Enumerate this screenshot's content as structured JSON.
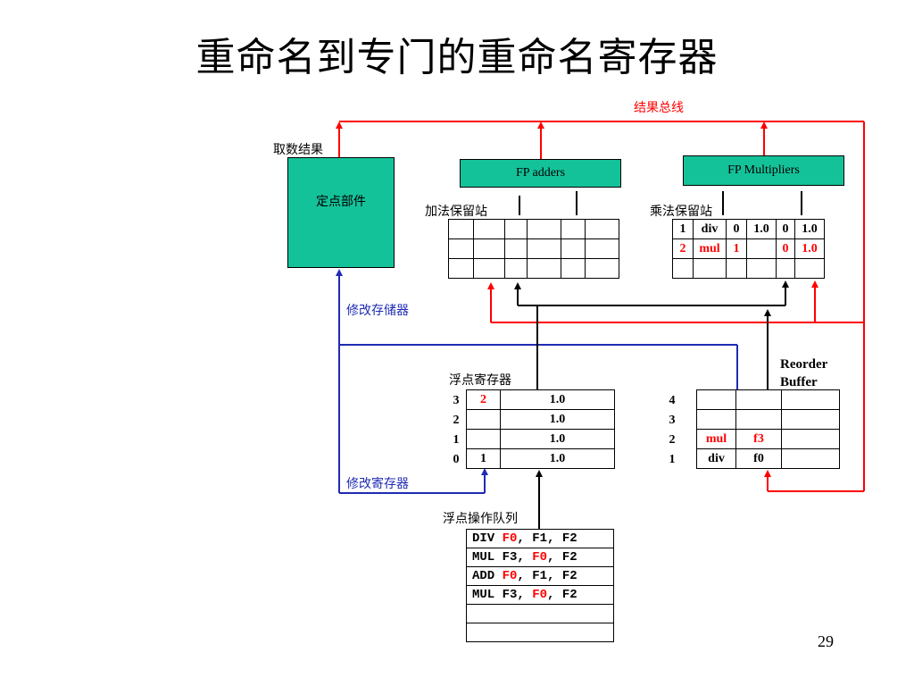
{
  "title": "重命名到专门的重命名寄存器",
  "labels": {
    "result_bus": "结果总线",
    "fetch_result": "取数结果",
    "integer_unit": "定点部件",
    "modify_memory": "修改存储器",
    "adder_rs": "加法保留站",
    "mult_rs": "乘法保留站",
    "fp_registers": "浮点寄存器",
    "modify_registers": "修改寄存器",
    "fp_op_queue": "浮点操作队列",
    "reorder_buffer": "Reorder Buffer",
    "page_number": "29"
  },
  "units": {
    "fp_adders": "FP adders",
    "fp_multipliers": "FP Multipliers"
  },
  "mult_rs_rows": [
    [
      "1",
      "div",
      "0",
      "1.0",
      "0",
      "1.0"
    ],
    [
      "2",
      "mul",
      "1",
      "",
      "0",
      "1.0"
    ],
    [
      "",
      "",
      "",
      "",
      "",
      ""
    ]
  ],
  "fp_registers": [
    {
      "num": "3",
      "tag": "2",
      "value": "1.0"
    },
    {
      "num": "2",
      "tag": "",
      "value": "1.0"
    },
    {
      "num": "1",
      "tag": "",
      "value": "1.0"
    },
    {
      "num": "0",
      "tag": "1",
      "value": "1.0"
    }
  ],
  "reorder_buffer": [
    {
      "num": "4",
      "op": "",
      "dest": ""
    },
    {
      "num": "3",
      "op": "",
      "dest": ""
    },
    {
      "num": "2",
      "op": "mul",
      "dest": "f3"
    },
    {
      "num": "1",
      "op": "div",
      "dest": "f0"
    }
  ],
  "op_queue": [
    {
      "op": "DIV ",
      "a": "F0",
      "b": ", F1, F2",
      "pre": ""
    },
    {
      "op": "MUL ",
      "pre": "F3, ",
      "a": "F0",
      "b": ", F2"
    },
    {
      "op": "ADD ",
      "a": "F0",
      "b": ", F1, F2",
      "pre": ""
    },
    {
      "op": "MUL ",
      "pre": "F3, ",
      "a": "F0",
      "b": ", F2"
    }
  ],
  "colors": {
    "result_bus": "#ff0000",
    "modify_path": "#1f2bb3",
    "unit_fill": "#14c29a"
  }
}
